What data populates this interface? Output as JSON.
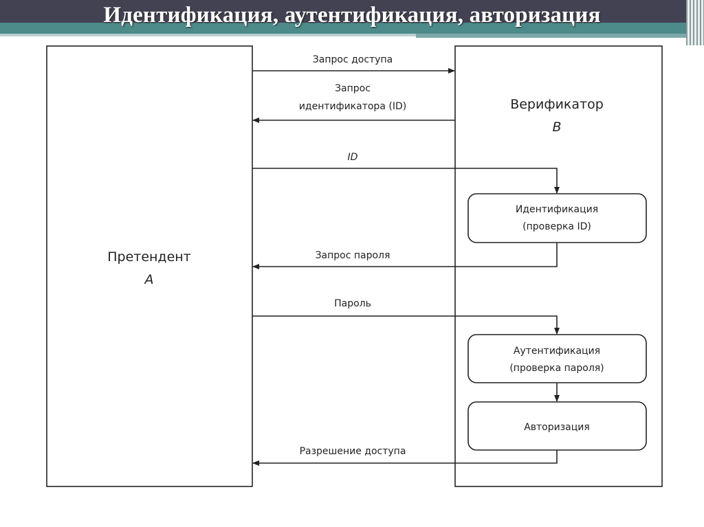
{
  "title": "Идентификация, аутентификация, авторизация",
  "diagram": {
    "claimant": {
      "name": "Претендент",
      "letter": "A"
    },
    "verifier": {
      "name": "Верификатор",
      "letter": "B"
    },
    "messages": {
      "access_request": "Запрос доступа",
      "id_request_line1": "Запрос",
      "id_request_line2": "идентификатора (ID)",
      "id": "ID",
      "password_request": "Запрос пароля",
      "password": "Пароль",
      "access_grant": "Разрешение доступа"
    },
    "steps": {
      "identification": "Идентификация",
      "identification_sub": "(проверка ID)",
      "authentication": "Аутентификация",
      "authentication_sub": "(проверка пароля)",
      "authorization": "Авторизация"
    }
  }
}
